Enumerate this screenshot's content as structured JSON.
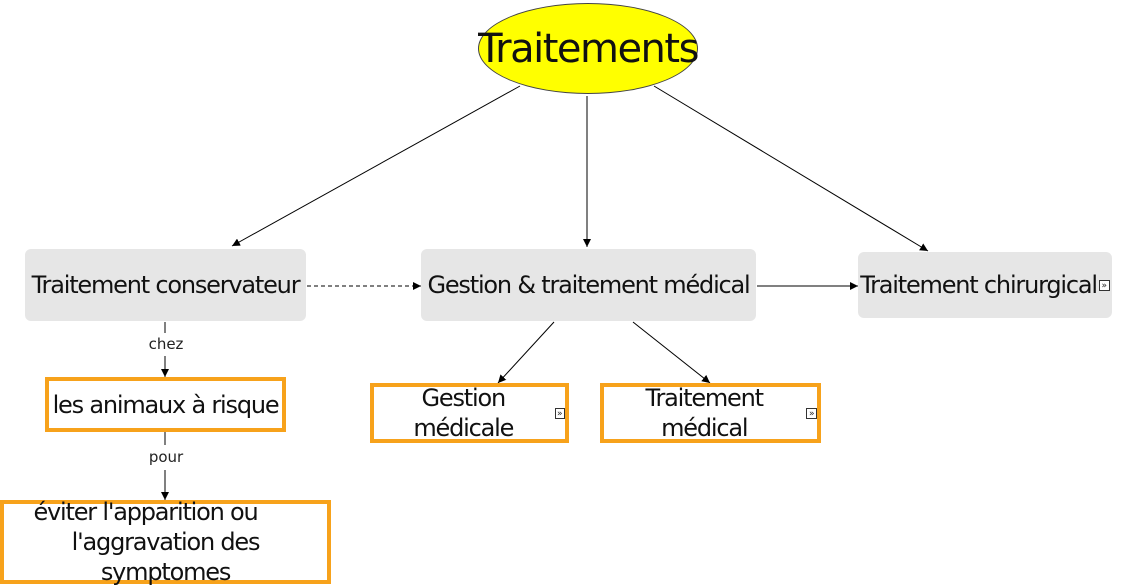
{
  "root": {
    "label": "Traitements"
  },
  "nodes": {
    "conservateur": "Traitement conservateur",
    "gestion_traitement": "Gestion & traitement médical",
    "chirurgical": "Traitement chirurgical",
    "animaux_risque": "les animaux à risque",
    "gestion_medicale": "Gestion médicale",
    "traitement_medical": "Traitement médical",
    "eviter_line1": "éviter l'apparition ou",
    "eviter_line2": "l'aggravation des symptomes"
  },
  "edge_labels": {
    "chez": "chez",
    "pour": "pour"
  },
  "link_icon_glyph": "»",
  "colors": {
    "root_fill": "#ffff00",
    "concept_fill": "#e6e6e6",
    "highlight_border": "#f7a21b",
    "edge": "#000000"
  }
}
